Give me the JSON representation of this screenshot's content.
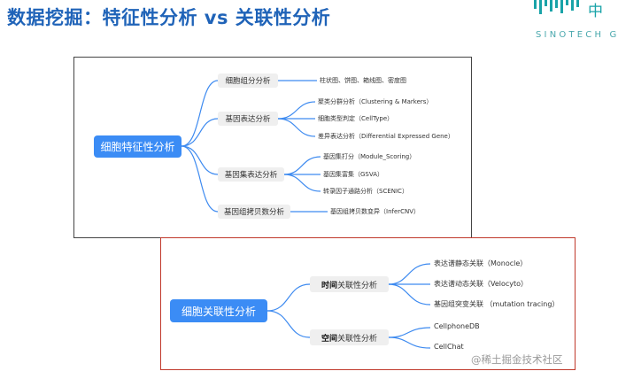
{
  "title": "数据挖掘：特征性分析 vs 关联性分析",
  "logo": {
    "cjk": "中",
    "text": "SINOTECH GE",
    "color": "#19a3a8"
  },
  "watermark": "@稀土掘金技术社区",
  "colors": {
    "title": "#1f63b8",
    "root": "#3b8cf5",
    "node_bg": "#efefef",
    "frame_red": "#c0392b"
  },
  "feature": {
    "root": "细胞特征性分析",
    "branches": [
      {
        "label": "细胞组分分析",
        "leaves": [
          "柱状图、饼图、箱线图、密度图"
        ]
      },
      {
        "label": "基因表达分析",
        "leaves": [
          "聚类分群分析（Clustering & Markers）",
          "细胞类型判定（CellType）",
          "差异表达分析（Differential Expressed Gene）"
        ]
      },
      {
        "label": "基因集表达分析",
        "leaves": [
          "基因集打分（Module_Scoring）",
          "基因集富集（GSVA）",
          "转录因子通路分析（SCENIC）"
        ]
      },
      {
        "label": "基因组拷贝数分析",
        "leaves": [
          "基因组拷贝数变异（InferCNV）"
        ]
      }
    ]
  },
  "association": {
    "root": "细胞关联性分析",
    "branches": [
      {
        "bold": "时间",
        "rest": "关联性分析",
        "leaves": [
          "表达谱静态关联（Monocle）",
          "表达谱动态关联（Velocyto）",
          "基因组突变关联 （mutation tracing）"
        ]
      },
      {
        "bold": "空间",
        "rest": "关联性分析",
        "leaves": [
          "CellphoneDB",
          "CellChat"
        ]
      }
    ]
  }
}
